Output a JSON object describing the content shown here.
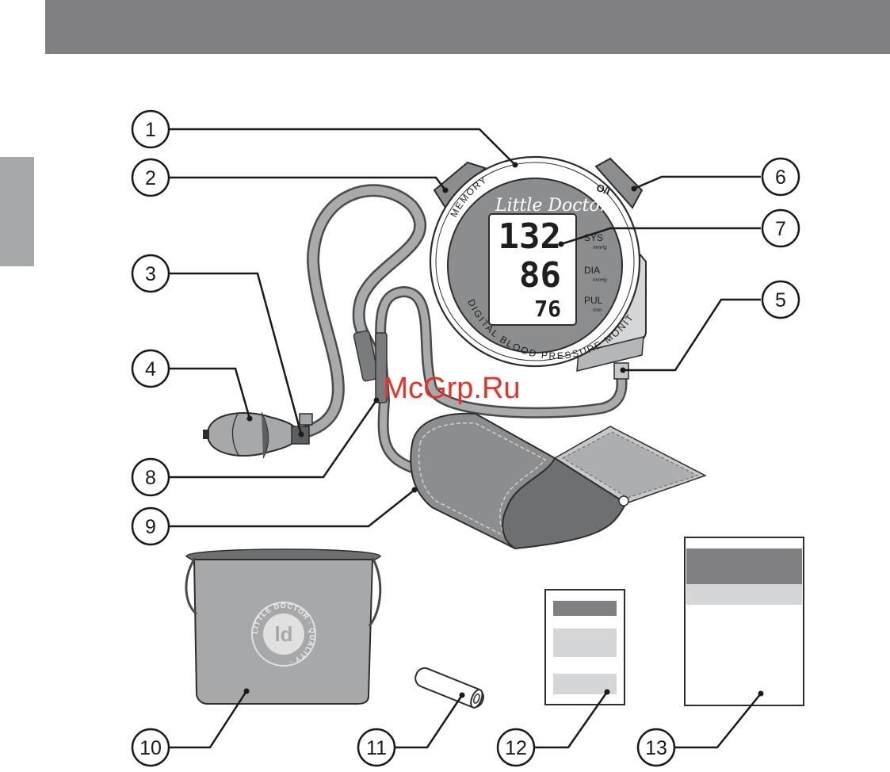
{
  "callouts": [
    "1",
    "2",
    "3",
    "4",
    "5",
    "6",
    "7",
    "8",
    "9",
    "10",
    "11",
    "12",
    "13"
  ],
  "monitor": {
    "brand": "Little Doctor",
    "memory_label": "MEMORY",
    "power_label": "O/I",
    "ring_text": "DIGITAL BLOOD PRESSURE MONITOR",
    "display": {
      "sys_value": "132",
      "dia_value": "86",
      "pul_value": "76",
      "sys_label": "SYS",
      "sys_unit": "mmHg",
      "dia_label": "DIA",
      "dia_unit": "mmHg",
      "pul_label": "PUL",
      "pul_unit": "/min"
    }
  },
  "bag_logo": {
    "initials": "ld",
    "ring_text": "LITTLE DOCTOR · QUALITY ·"
  },
  "watermark": "McGrp.Ru",
  "colors": {
    "header": "#808082",
    "side_tab": "#a7a8aa",
    "device_grey": "#8c8d8f",
    "light_grey": "#bfc0c2",
    "watermark": "#e0352b"
  }
}
